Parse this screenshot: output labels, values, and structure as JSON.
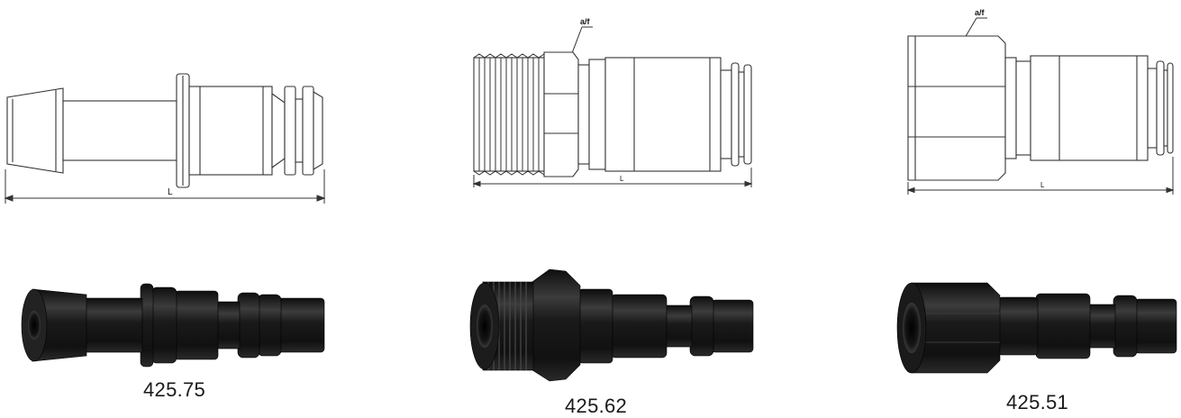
{
  "drawings": [
    {
      "dimension_label": "L"
    },
    {
      "dimension_label": "L",
      "callout_label": "a/f"
    },
    {
      "dimension_label": "L",
      "callout_label": "a/f"
    }
  ],
  "products": [
    {
      "code": "425.75",
      "type": "hose-tail-plug"
    },
    {
      "code": "425.62",
      "type": "male-thread-plug"
    },
    {
      "code": "425.51",
      "type": "female-thread-plug"
    }
  ],
  "colors": {
    "line": "#333333",
    "metal": "#1e1e1e"
  }
}
